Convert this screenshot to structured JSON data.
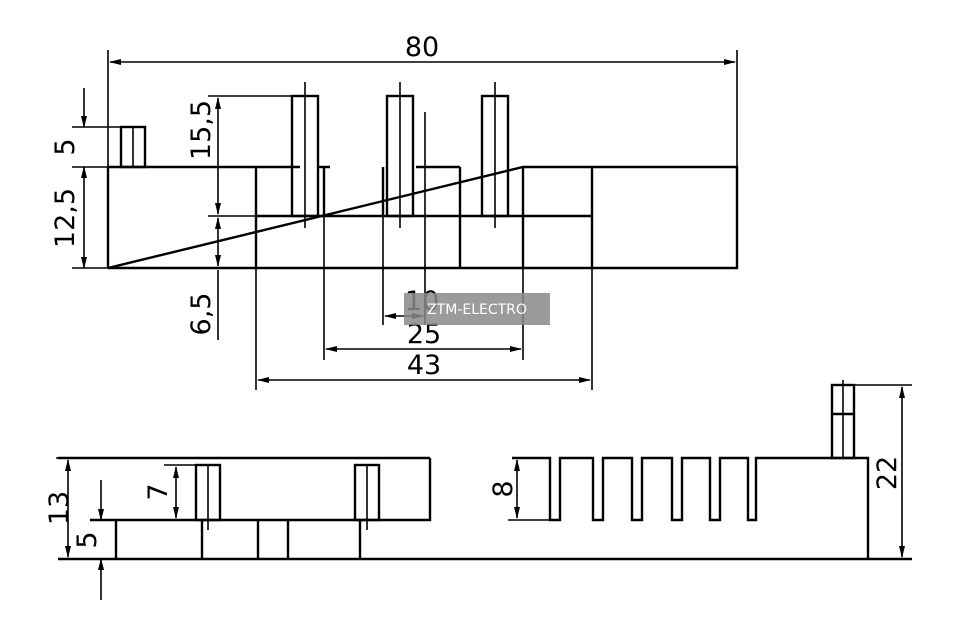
{
  "top_view": {
    "dim_overall_width": "80",
    "dim_pin_height_left": "5",
    "dim_body_height": "12,5",
    "dim_pin_length": "15,5",
    "dim_lower_offset": "6,5",
    "dim_pin_pitch": "10",
    "dim_outer_pins": "25",
    "dim_base_width": "43"
  },
  "side_view": {
    "dim_total_height": "13",
    "dim_base_height": "5",
    "dim_pin_height": "7",
    "dim_fin_depth": "8",
    "dim_tall_height": "22"
  },
  "watermark": "ZTM-ELECTRO",
  "colors": {
    "line": "#000000",
    "watermark_bg": "#8a8a8a",
    "watermark_text": "#ffffff"
  }
}
